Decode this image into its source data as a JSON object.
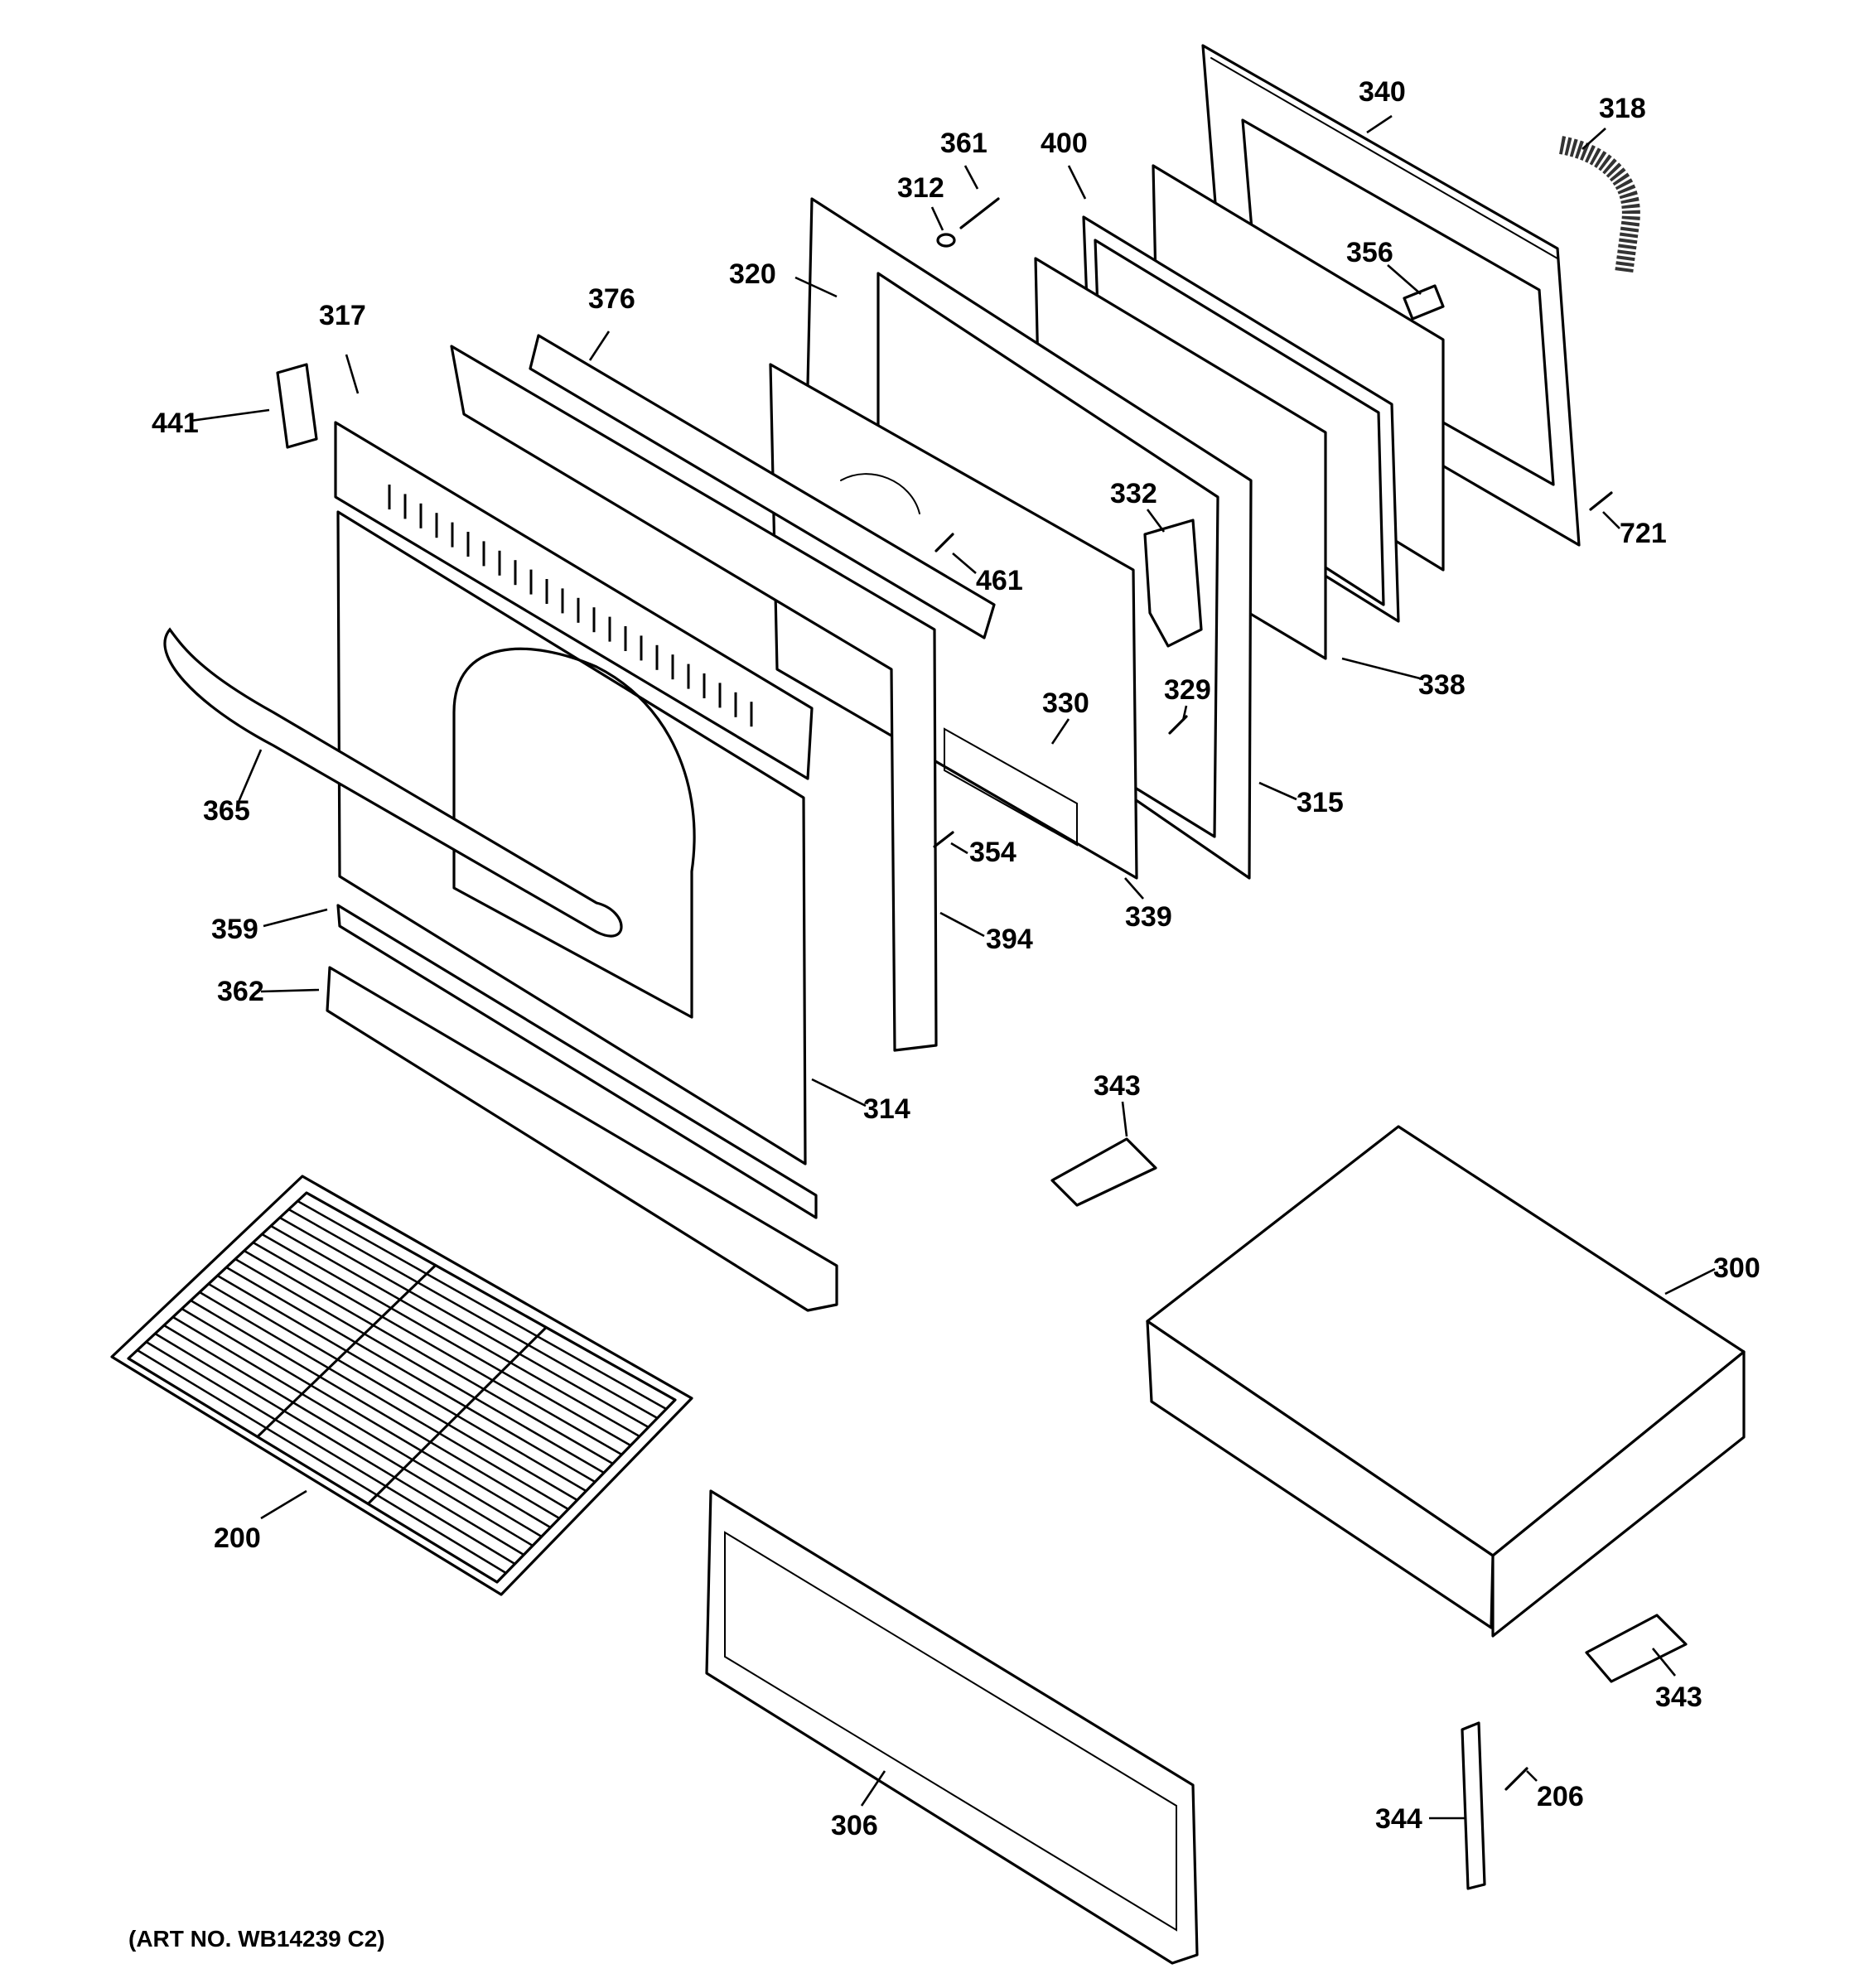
{
  "parts": [
    {
      "id": "label-340",
      "text": "340"
    },
    {
      "id": "label-318",
      "text": "318"
    },
    {
      "id": "label-361",
      "text": "361"
    },
    {
      "id": "label-400",
      "text": "400"
    },
    {
      "id": "label-312",
      "text": "312"
    },
    {
      "id": "label-356",
      "text": "356"
    },
    {
      "id": "label-320",
      "text": "320"
    },
    {
      "id": "label-376",
      "text": "376"
    },
    {
      "id": "label-317",
      "text": "317"
    },
    {
      "id": "label-441",
      "text": "441"
    },
    {
      "id": "label-332",
      "text": "332"
    },
    {
      "id": "label-721",
      "text": "721"
    },
    {
      "id": "label-461",
      "text": "461"
    },
    {
      "id": "label-338",
      "text": "338"
    },
    {
      "id": "label-330",
      "text": "330"
    },
    {
      "id": "label-329",
      "text": "329"
    },
    {
      "id": "label-365",
      "text": "365"
    },
    {
      "id": "label-315",
      "text": "315"
    },
    {
      "id": "label-354",
      "text": "354"
    },
    {
      "id": "label-339",
      "text": "339"
    },
    {
      "id": "label-359",
      "text": "359"
    },
    {
      "id": "label-394",
      "text": "394"
    },
    {
      "id": "label-362",
      "text": "362"
    },
    {
      "id": "label-314",
      "text": "314"
    },
    {
      "id": "label-343a",
      "text": "343"
    },
    {
      "id": "label-300",
      "text": "300"
    },
    {
      "id": "label-200",
      "text": "200"
    },
    {
      "id": "label-343b",
      "text": "343"
    },
    {
      "id": "label-206",
      "text": "206"
    },
    {
      "id": "label-344",
      "text": "344"
    },
    {
      "id": "label-306",
      "text": "306"
    }
  ],
  "art_number": "(ART NO. WB14239 C2)"
}
